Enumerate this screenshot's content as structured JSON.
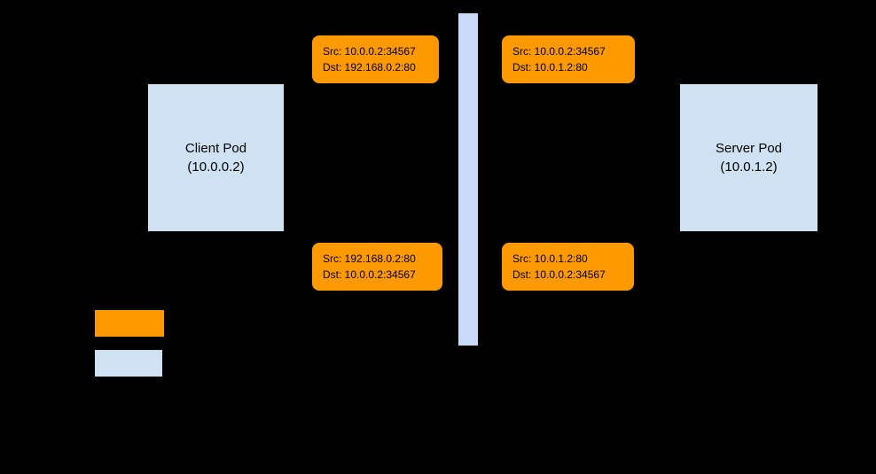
{
  "diagram": {
    "background_color": "#000000",
    "text_color": "#000000",
    "nodes": {
      "client_pod": {
        "title": "Client Pod",
        "subtitle": "(10.0.0.2)",
        "color": "#cfe2f3"
      },
      "server_pod": {
        "title": "Server Pod",
        "subtitle": "(10.0.1.2)",
        "color": "#cfe2f3"
      },
      "node_bar": {
        "color": "#c9daf8"
      }
    },
    "packets": {
      "top_left": {
        "src": "Src: 10.0.0.2:34567",
        "dst": "Dst: 192.168.0.2:80",
        "color": "#ff9900"
      },
      "top_right": {
        "src": "Src: 10.0.0.2:34567",
        "dst": "Dst: 10.0.1.2:80",
        "color": "#ff9900"
      },
      "bottom_left": {
        "src": "Src: 192.168.0.2:80",
        "dst": "Dst: 10.0.0.2:34567",
        "color": "#ff9900"
      },
      "bottom_right": {
        "src": "Src: 10.0.1.2:80",
        "dst": "Dst: 10.0.0.2:34567",
        "color": "#ff9900"
      }
    },
    "legend": {
      "packet_swatch_color": "#ff9900",
      "node_swatch_color": "#cfe2f3"
    }
  }
}
